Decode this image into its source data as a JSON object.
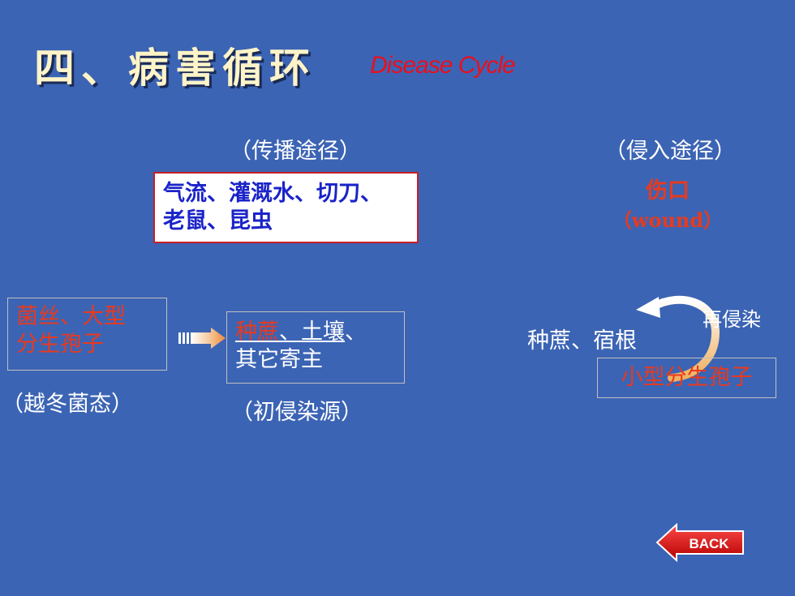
{
  "title": "四、病害循环",
  "subtitle": "Disease  Cycle",
  "labels": {
    "transmission": "（传播途径）",
    "entry": "（侵入途径）",
    "overwintering": "（越冬菌态）",
    "initial_source": "（初侵染源）"
  },
  "transmission_box": {
    "line1": "气流、灌溉水、切刀、",
    "line2": "老鼠、昆虫"
  },
  "entry_route": {
    "cn": "伤口",
    "en": "（wound）"
  },
  "overwinter_box": {
    "line1": "菌丝、大型",
    "line2": "分生孢子"
  },
  "initial_box": {
    "part1": "种蔗",
    "part2": "、土壤",
    "part3": "、",
    "line2": "其它寄主"
  },
  "host_label": "种蔗、宿根",
  "reinfection_label": "再侵染",
  "spore_box": "小型分生孢子",
  "back_button": "BACK",
  "colors": {
    "background": "#3c64b4",
    "title": "#fff4c8",
    "accent_red": "#e83a1e",
    "blue_text": "#1a23c8"
  }
}
